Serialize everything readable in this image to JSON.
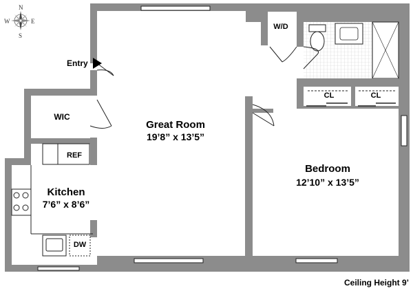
{
  "compass": {
    "north": "N",
    "south": "S",
    "east": "E",
    "west": "W"
  },
  "entry_label": "Entry",
  "rooms": {
    "great_room": {
      "name": "Great Room",
      "dims": "19’8” x 13’5”"
    },
    "bedroom": {
      "name": "Bedroom",
      "dims": "12’10” x 13’5”"
    },
    "kitchen": {
      "name": "Kitchen",
      "dims": "7’6” x 8’6”"
    }
  },
  "labels": {
    "wic": "WIC",
    "ref": "REF",
    "wd": "W/D",
    "dw": "DW",
    "closet_1": "CL",
    "closet_2": "CL"
  },
  "ceiling_height": "Ceiling Height 9’",
  "colors": {
    "wall": "#8c8c8c",
    "line": "#222222",
    "background": "#ffffff"
  }
}
